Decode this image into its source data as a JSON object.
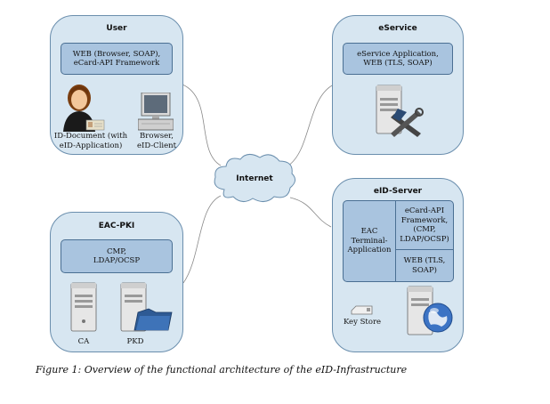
{
  "groups": {
    "user": {
      "title": "User",
      "box": "WEB (Browser, SOAP), eCard-API Framework",
      "id_document_label": "ID-Document (with eID-Application)",
      "browser_label": "Browser, eID-Client"
    },
    "eservice": {
      "title": "eService",
      "box": "eService Application, WEB (TLS, SOAP)"
    },
    "eac_pki": {
      "title": "EAC-PKI",
      "box": "CMP, LDAP/OCSP",
      "ca_label": "CA",
      "pkd_label": "PKD"
    },
    "eid_server": {
      "title": "eID-Server",
      "eac_box": "EAC Terminal-Application",
      "ecard_box": "eCard-API Framework, (CMP, LDAP/OCSP)",
      "web_box": "WEB (TLS, SOAP)",
      "keystore_label": "Key Store"
    }
  },
  "internet": {
    "label": "Internet"
  },
  "caption": "Figure 1: Overview of the functional architecture of the eID-Infrastructure",
  "icons": [
    "person-icon",
    "computer-icon",
    "server-tools-icon",
    "server-icon",
    "server-folder-icon",
    "key-store-icon",
    "server-globe-icon",
    "cloud-icon"
  ],
  "colors": {
    "group_fill": "#d7e6f1",
    "group_border": "#6a8ead",
    "box_fill": "#a9c4df",
    "box_border": "#4a6f93",
    "cloud_fill": "#d7e6f1"
  }
}
